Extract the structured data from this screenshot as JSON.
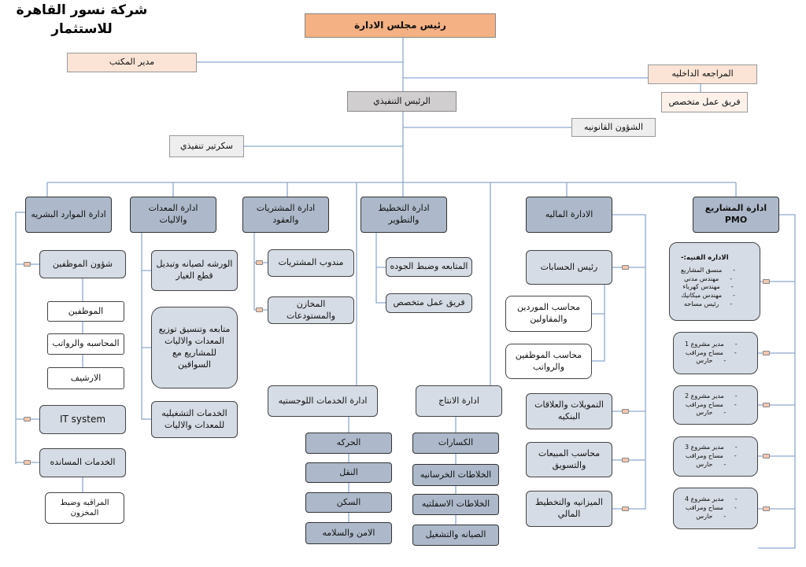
{
  "company": {
    "line1": "شركة نسور القاهرة",
    "line2": "للاستثمار"
  },
  "top": {
    "chairman": "رئيس مجلس الادارة",
    "office_manager": "مدير المكتب",
    "internal_audit": "المراجعه الداخليه",
    "specialized_team": "فريق عمل متخصص",
    "ceo": "الرئيس التنفيذي",
    "legal": "الشؤون القانونيه",
    "exec_secretary": "سكرتير تنفيذي"
  },
  "departments": {
    "hr": "ادارة الموارد البشريه",
    "equipment": "ادارة المعدات والاليات",
    "procurement": "ادارة المشتريات والعقود",
    "planning": "ادارة التخطيط والتطوير",
    "finance": "الادارة الماليه",
    "projects": "ادارة المشاريع PMO",
    "logistics": "ادارة الخدمات اللوجستيه",
    "production": "ادارة الانتاج"
  },
  "hr": {
    "personnel": "شؤون الموظفين",
    "employees": "الموظفين",
    "payroll": "المحاسبه والرواتب",
    "archive": "الارشيف",
    "it": "IT system",
    "support": "الخدمات المسانده",
    "inventory": "المراقبه وضبط المخزون"
  },
  "equipment": {
    "workshop": "الورشه لصيانه وتبديل قطع الغيار",
    "coordination": "متابعه وتنسيق توزيع المعدات والاليات للمشاريع مع السواقين",
    "operations": "الخدمات التشغيليه للمعدات والاليات"
  },
  "procurement": {
    "rep": "مندوب المشتريات",
    "stores": "المخازن والمستودعات"
  },
  "planning": {
    "quality": "المتابعه وضبط الجوده",
    "team": "فريق عمل متخصص"
  },
  "logistics": {
    "items": [
      "الحركه",
      "النقل",
      "السكن",
      "الامن والسلامه"
    ]
  },
  "production": {
    "items": [
      "الكسارات",
      "الخلاطات الخرسانيه",
      "الخلاطات الاسفلتيه",
      "الصيانه والتشغيل"
    ]
  },
  "finance": {
    "chief_accountant": "رئيس الحسابات",
    "suppliers_accountant": "محاسب الموردين والمقاولين",
    "staff_accountant": "محاسب الموظفين والرواتب",
    "banking": "التمويلات والعلاقات البنكيه",
    "sales_accountant": "محاسب المبيعات والتسويق",
    "budget": "الميزانيه والتخطيط المالي"
  },
  "projects": {
    "technical_title": "الاداره الفنيه:-",
    "technical_items": [
      "منسق المشاريع",
      "مهندس مدني",
      "مهندس كهرباء",
      "مهندس ميكانيك",
      "رئيس مساحه"
    ],
    "project_teams": [
      {
        "items": [
          "مدير مشروع 1",
          "مساح ومراقب",
          "حارس"
        ]
      },
      {
        "items": [
          "مدير مشروع 2",
          "مساح ومراقب",
          "حارس"
        ]
      },
      {
        "items": [
          "مدير مشروع 3",
          "مساح ومراقب",
          "حارس"
        ]
      },
      {
        "items": [
          "مدير مشروع 4",
          "مساح ومراقب",
          "حارس"
        ]
      }
    ]
  }
}
